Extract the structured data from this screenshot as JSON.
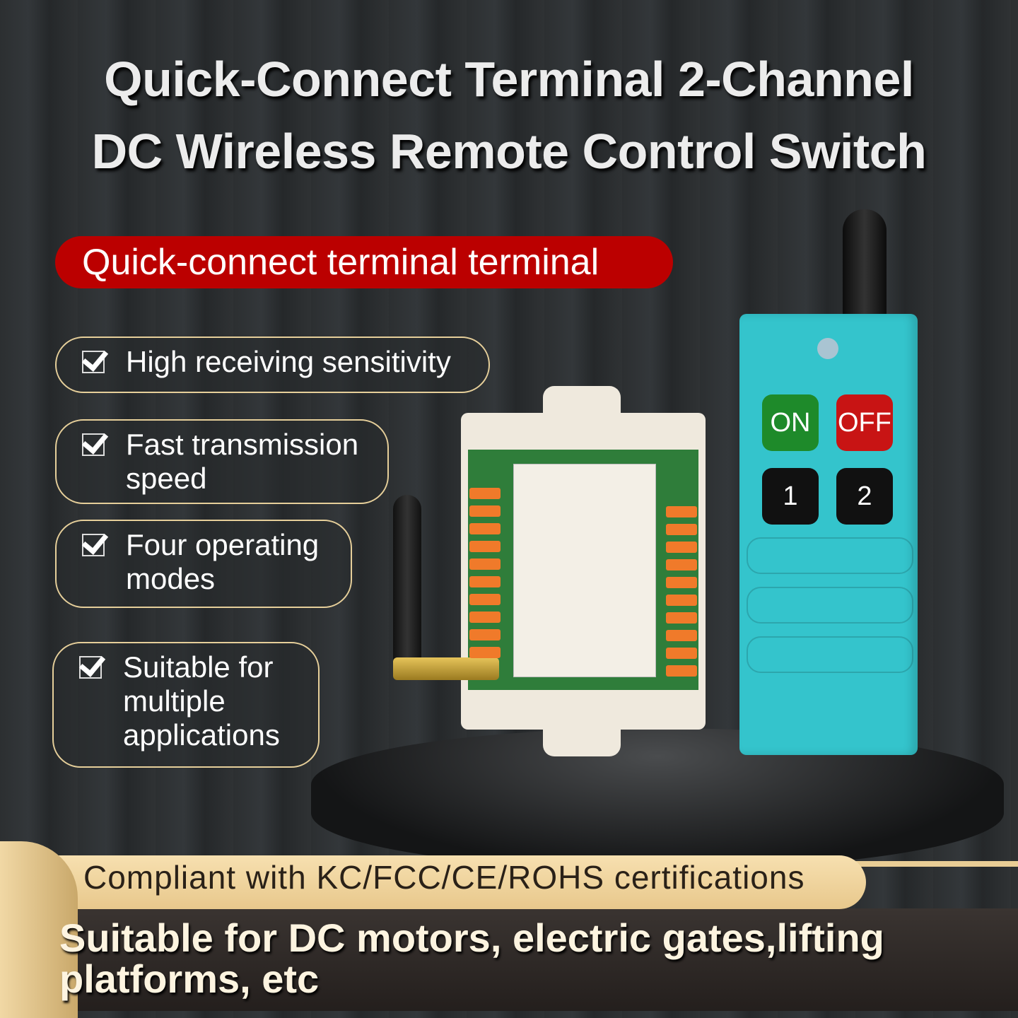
{
  "header": {
    "title_line1": "Quick-Connect Terminal 2-Channel",
    "title_line2": "DC Wireless Remote Control Switch"
  },
  "badge": {
    "label": "Quick-connect terminal terminal",
    "color": "#bb0000"
  },
  "features": [
    {
      "icon": "checkbox-checked-icon",
      "label": "High receiving sensitivity"
    },
    {
      "icon": "checkbox-checked-icon",
      "label": "Fast transmission speed"
    },
    {
      "icon": "checkbox-checked-icon",
      "label": "Four operating modes"
    },
    {
      "icon": "checkbox-checked-icon",
      "label": "Suitable for multiple applications"
    }
  ],
  "remote": {
    "buttons": [
      {
        "label": "ON",
        "color": "#1e8a2a"
      },
      {
        "label": "OFF",
        "color": "#c81414"
      },
      {
        "label": "1",
        "color": "#111111"
      },
      {
        "label": "2",
        "color": "#111111"
      }
    ],
    "body_color": "#34c4cc"
  },
  "footer": {
    "certification": "Compliant with KC/FCC/CE/ROHS certifications",
    "applications": "Suitable for DC motors, electric gates,lifting platforms, etc"
  }
}
